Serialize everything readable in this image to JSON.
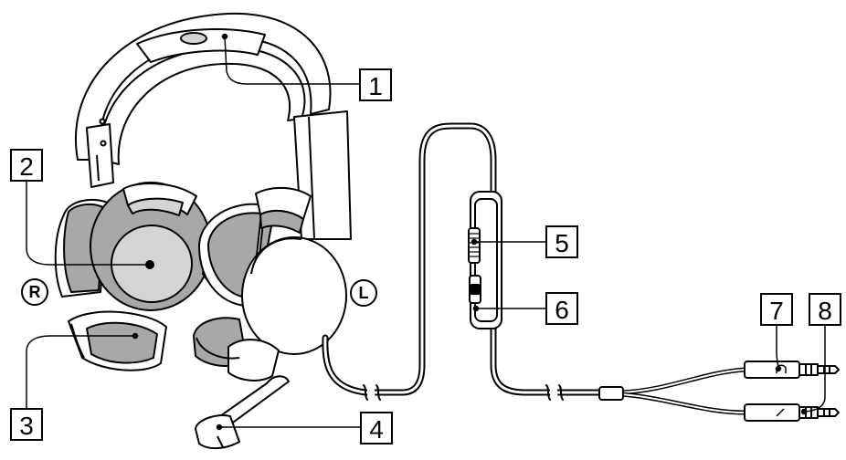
{
  "callouts": [
    {
      "label": "1",
      "part": "headband"
    },
    {
      "label": "2",
      "part": "right-ear-cup"
    },
    {
      "label": "3",
      "part": "ear-pad"
    },
    {
      "label": "4",
      "part": "microphone-boom"
    },
    {
      "label": "5",
      "part": "volume-control"
    },
    {
      "label": "6",
      "part": "mic-mute-switch"
    },
    {
      "label": "7",
      "part": "headphone-plug"
    },
    {
      "label": "8",
      "part": "microphone-plug"
    }
  ],
  "side_markers": {
    "right": "R",
    "left": "L"
  },
  "colors": {
    "line": "#000000",
    "fill_white": "#ffffff",
    "fill_gray": "#d4d4d4",
    "fill_dark": "#a8a8a8"
  }
}
